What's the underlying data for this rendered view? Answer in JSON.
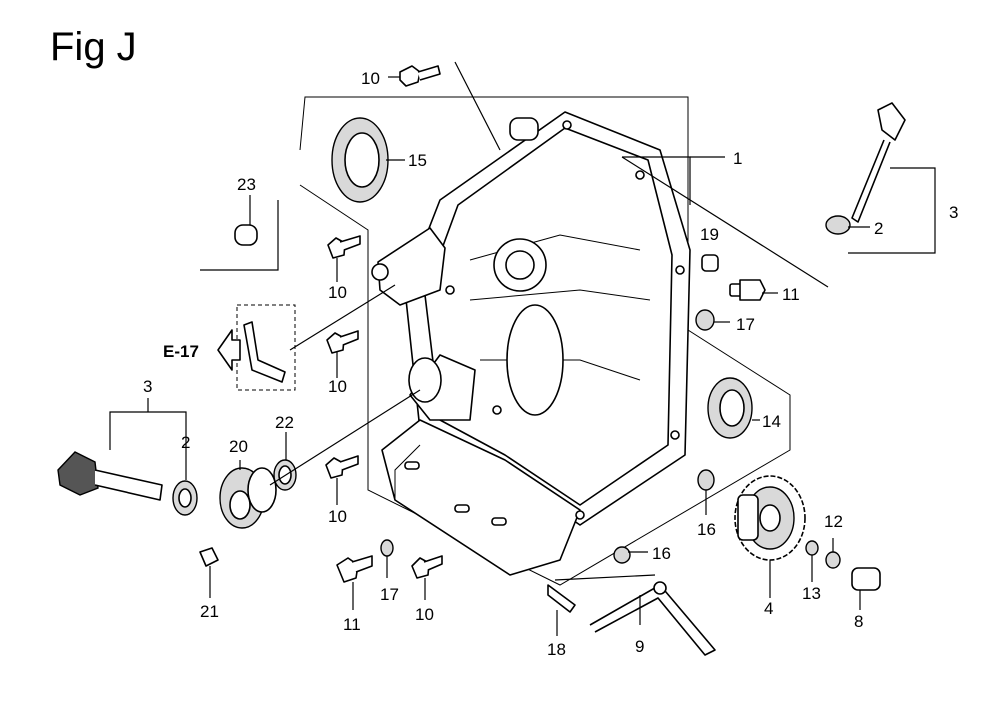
{
  "figure": {
    "title": "Fig J",
    "ref_label": "E-17"
  },
  "callouts": {
    "c1": "1",
    "c2a": "2",
    "c2b": "2",
    "c3a": "3",
    "c3b": "3",
    "c4": "4",
    "c8": "8",
    "c9": "9",
    "c10a": "10",
    "c10b": "10",
    "c10c": "10",
    "c10d": "10",
    "c10e": "10",
    "c11a": "11",
    "c11b": "11",
    "c12": "12",
    "c13": "13",
    "c14": "14",
    "c15": "15",
    "c16a": "16",
    "c16b": "16",
    "c17a": "17",
    "c17b": "17",
    "c18": "18",
    "c19": "19",
    "c20": "20",
    "c21": "21",
    "c22": "22",
    "c23": "23"
  }
}
